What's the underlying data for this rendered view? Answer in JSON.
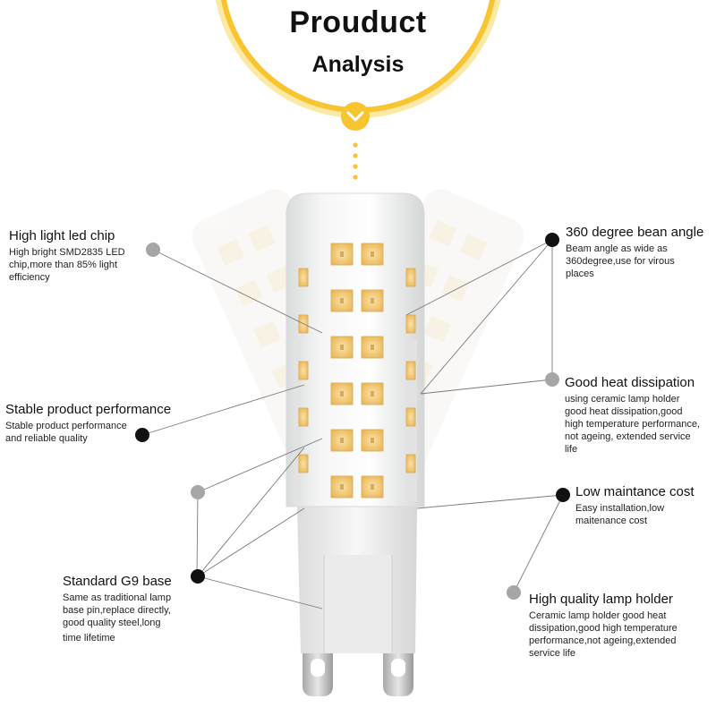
{
  "header": {
    "title": "Prouduct",
    "subtitle": "Analysis"
  },
  "features": {
    "led_chip": {
      "title": "High light led chip",
      "lines": [
        "High bright SMD2835 LED",
        "chip,more than 85% light",
        "efficiency"
      ]
    },
    "stable": {
      "title": "Stable product performance",
      "lines": [
        "Stable product performance",
        "and reliable quality"
      ]
    },
    "base": {
      "title": "Standard G9 base",
      "lines": [
        "Same as traditional lamp",
        "base pin,replace directly,",
        "good quality steel,long",
        "time lifetime"
      ]
    },
    "beam": {
      "title": "360 degree bean angle",
      "lines": [
        "Beam angle as wide as",
        "360degree,use for virous",
        "places"
      ]
    },
    "heat": {
      "title": "Good heat dissipation",
      "lines": [
        "using ceramic lamp holder",
        "good heat dissipation,good",
        "high temperature performance,",
        "not ageing, extended service",
        "life"
      ]
    },
    "cost": {
      "title": "Low maintance cost",
      "lines": [
        "Easy installation,low",
        "maitenance cost"
      ]
    },
    "holder": {
      "title": "High quality lamp holder",
      "lines": [
        "Ceramic lamp holder good heat",
        "dissipation,good high temperature",
        "performance,not ageing,extended",
        "service life"
      ]
    }
  },
  "colors": {
    "accent": "#f8c530",
    "led": "#f4cf7a",
    "dark_dot": "#111111",
    "gray_dot": "#a6a6a6"
  }
}
